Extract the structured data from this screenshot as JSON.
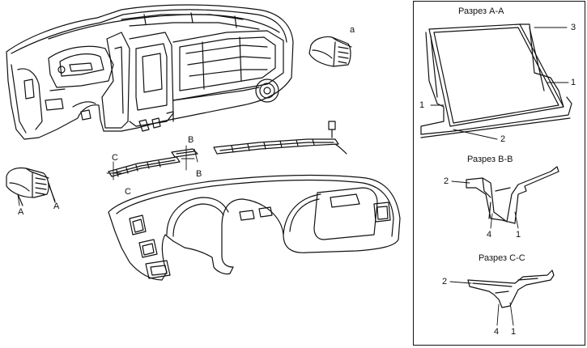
{
  "main_view": {
    "labels": {
      "a": "a",
      "A_top": "A",
      "A_left": "A",
      "B_top": "B",
      "B_bottom": "B",
      "C_top": "C",
      "C_bottom": "C"
    }
  },
  "sections": {
    "aa": {
      "title": "Разрез А-А",
      "callouts": {
        "c3": "3",
        "c1_right": "1",
        "c1_left": "1",
        "c2": "2"
      }
    },
    "bb": {
      "title": "Разрез В-В",
      "callouts": {
        "c2": "2",
        "c4": "4",
        "c1": "1"
      }
    },
    "cc": {
      "title": "Разрез С-С",
      "callouts": {
        "c2": "2",
        "c4": "4",
        "c1": "1"
      }
    }
  }
}
